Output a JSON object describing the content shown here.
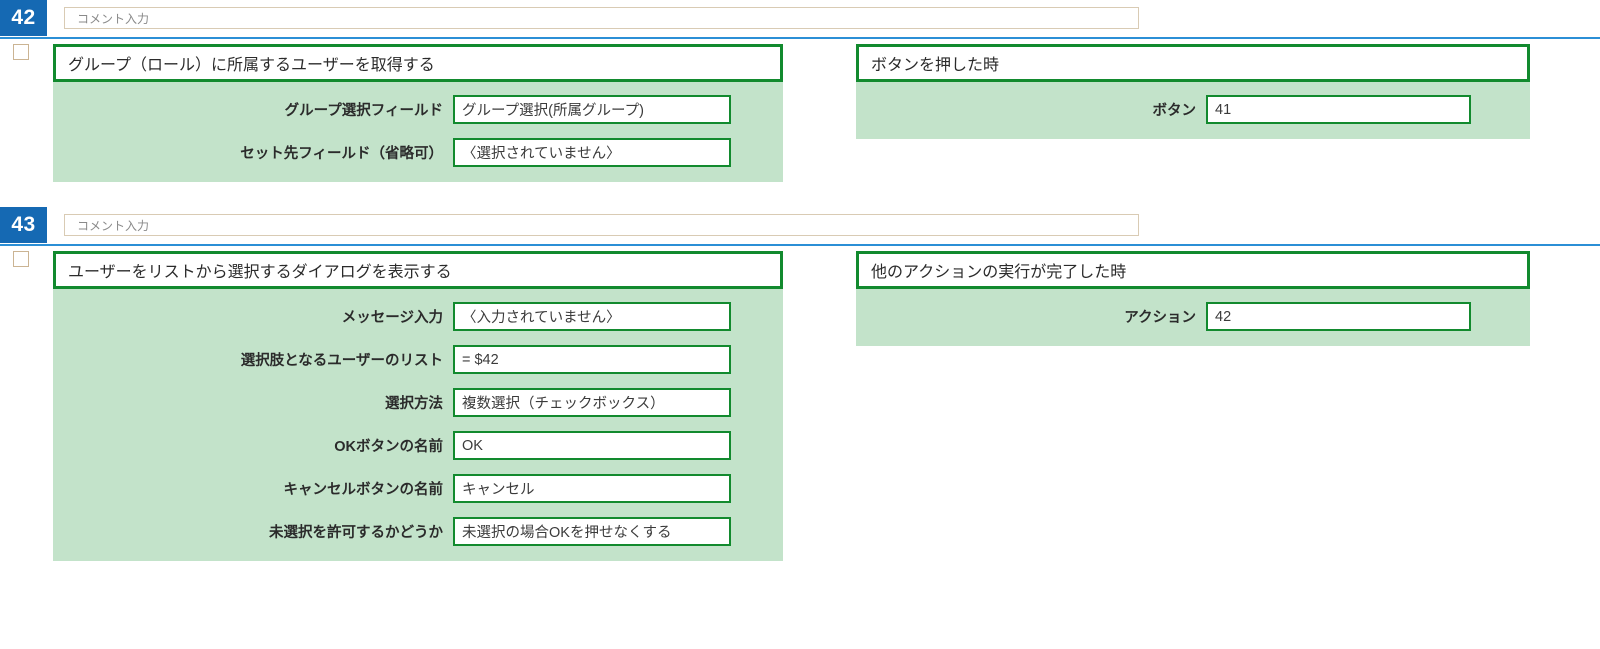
{
  "theme": {
    "badge_color": "#1569B3",
    "rule_color": "#2B8FD6",
    "panel_border_color": "#128A2E",
    "panel_body_color": "#C3E3CA",
    "comment_border_color": "#D9CBB4"
  },
  "blocks": [
    {
      "seq": "42",
      "comment_placeholder": "コメント入力",
      "action": {
        "title": "グループ（ロール）に所属するユーザーを取得する",
        "fields": [
          {
            "label": "グループ選択フィールド",
            "value": "グループ選択(所属グループ)"
          },
          {
            "label": "セット先フィールド（省略可）",
            "value": "〈選択されていません〉"
          }
        ]
      },
      "trigger": {
        "title": "ボタンを押した時",
        "fields": [
          {
            "label": "ボタン",
            "value": "41"
          }
        ]
      }
    },
    {
      "seq": "43",
      "comment_placeholder": "コメント入力",
      "action": {
        "title": "ユーザーをリストから選択するダイアログを表示する",
        "fields": [
          {
            "label": "メッセージ入力",
            "value": "〈入力されていません〉"
          },
          {
            "label": "選択肢となるユーザーのリスト",
            "value": "= $42"
          },
          {
            "label": "選択方法",
            "value": "複数選択（チェックボックス）"
          },
          {
            "label": "OKボタンの名前",
            "value": "OK"
          },
          {
            "label": "キャンセルボタンの名前",
            "value": "キャンセル"
          },
          {
            "label": "未選択を許可するかどうか",
            "value": "未選択の場合OKを押せなくする"
          }
        ]
      },
      "trigger": {
        "title": "他のアクションの実行が完了した時",
        "fields": [
          {
            "label": "アクション",
            "value": "42"
          }
        ]
      }
    }
  ]
}
